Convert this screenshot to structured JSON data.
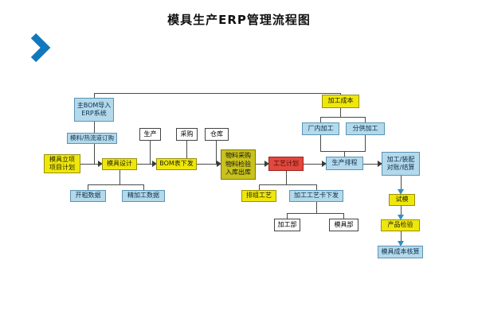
{
  "page": {
    "title": "模具生产ERP管理流程图"
  },
  "colors": {
    "box_blue": "#b3d9eb",
    "box_yellow": "#efe70c",
    "box_red": "#e2483d",
    "box_olive": "#c9c21e",
    "chevron_blue": "#1278bd"
  },
  "nodes": {
    "bom_import": {
      "label": "主BOM导入\nERP系统"
    },
    "material_order": {
      "label": "模料/热流道订购"
    },
    "dept_production": {
      "label": "生产"
    },
    "dept_purchase": {
      "label": "采购"
    },
    "dept_warehouse": {
      "label": "仓库"
    },
    "project_plan": {
      "label": "模具立项\n项目计划"
    },
    "mold_design": {
      "label": "模具设计"
    },
    "bom_release": {
      "label": "BOM表下发"
    },
    "material_flow": {
      "label": "物料采购\n物料检验\n入库出库"
    },
    "process_plan": {
      "label": "工艺计划"
    },
    "production_schedule": {
      "label": "生产排程"
    },
    "processing_settlement": {
      "label": "加工/装配\n对账/结算"
    },
    "processing_cost": {
      "label": "加工成本"
    },
    "inhouse_processing": {
      "label": "厂内加工"
    },
    "outsourced_processing": {
      "label": "分供加工"
    },
    "roughing_data": {
      "label": "开粗数据"
    },
    "finishing_data": {
      "label": "精加工数据"
    },
    "process_arrangement": {
      "label": "排组工艺"
    },
    "process_card_release": {
      "label": "加工工艺卡下发"
    },
    "trial_mold": {
      "label": "试模"
    },
    "dept_processing": {
      "label": "加工部"
    },
    "dept_mold": {
      "label": "模具部"
    },
    "product_inspection": {
      "label": "产品检验"
    },
    "cost_accounting": {
      "label": "模具成本核算"
    }
  }
}
